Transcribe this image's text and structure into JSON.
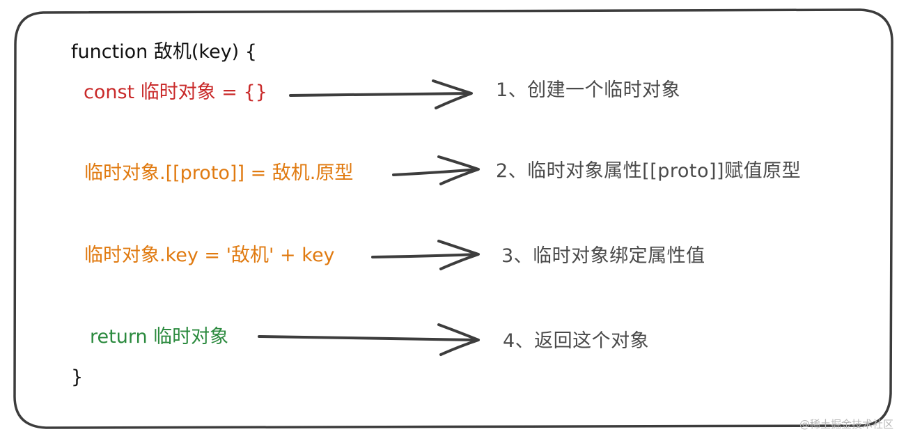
{
  "colors": {
    "frame_stroke": "#3c3c3c",
    "keyword_black": "#111111",
    "const_red": "#c92a2a",
    "assign_orange": "#e07a10",
    "return_green": "#2b8a3e",
    "note_gray": "#4a4a4a",
    "arrow_stroke": "#3d3d3d"
  },
  "code": {
    "line_open": "function 敌机(key) {",
    "line_const": "const 临时对象 = {}",
    "line_proto": "临时对象.[[proto]] = 敌机.原型",
    "line_key": "临时对象.key = '敌机' + key",
    "line_return": "return 临时对象",
    "line_close": "}"
  },
  "notes": {
    "step1": "1、创建一个临时对象",
    "step2": "2、临时对象属性[[proto]]赋值原型",
    "step3": "3、临时对象绑定属性值",
    "step4": "4、返回这个对象"
  },
  "watermark": "@稀土掘金技术社区"
}
